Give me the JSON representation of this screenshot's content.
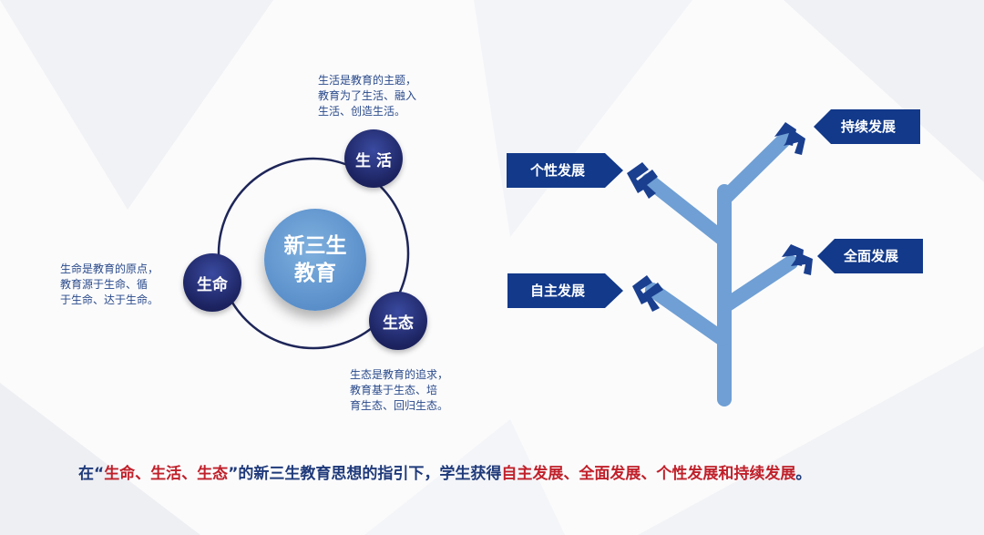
{
  "circle_diagram": {
    "center": {
      "line1": "新三生",
      "line2": "教育"
    },
    "nodes": [
      {
        "label": "生 活",
        "note": [
          "生活是教育的主题，",
          "教育为了生活、融入",
          "生活、创造生活。"
        ]
      },
      {
        "label": "生命",
        "note": [
          "生命是教育的原点，",
          "教育源于生命、循",
          "于生命、达于生命。"
        ]
      },
      {
        "label": "生态",
        "note": [
          "生态是教育的追求，",
          "教育基于生态、培",
          "育生态、回归生态。"
        ]
      }
    ]
  },
  "tree": {
    "branches": [
      "个性发展",
      "持续发展",
      "全面发展",
      "自主发展"
    ]
  },
  "footer": {
    "p1": "在“",
    "p2": "生命、生活、生态",
    "p3": "”的新三生教育思想的指引下，学生获得",
    "p4": "自主发展、全面发展、个性发展和持续发展",
    "p5": "。"
  },
  "colors": {
    "navy": "#1c2360",
    "blue": "#5a8fca",
    "label_bg": "#12398a",
    "red": "#c0202a"
  }
}
